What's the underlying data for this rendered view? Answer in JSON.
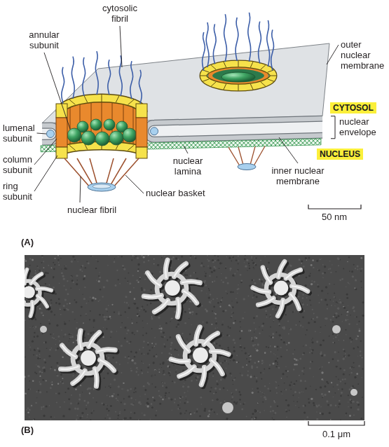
{
  "diagram": {
    "nodes": [
      {
        "text": [
          "CYTOSOL"
        ]
      },
      {
        "text": [
          "NUCLEUS"
        ]
      }
    ],
    "labels": [
      "cytosolic fibril",
      "annular subunit",
      "outer nuclear membrane",
      "nuclear envelope",
      "lumenal subunit",
      "column subunit",
      "ring subunit",
      "nuclear lamina",
      "inner nuclear membrane",
      "nuclear basket",
      "nuclear fibril",
      "50 nm",
      "(A)",
      "(B)",
      "0.1 μm"
    ]
  }
}
